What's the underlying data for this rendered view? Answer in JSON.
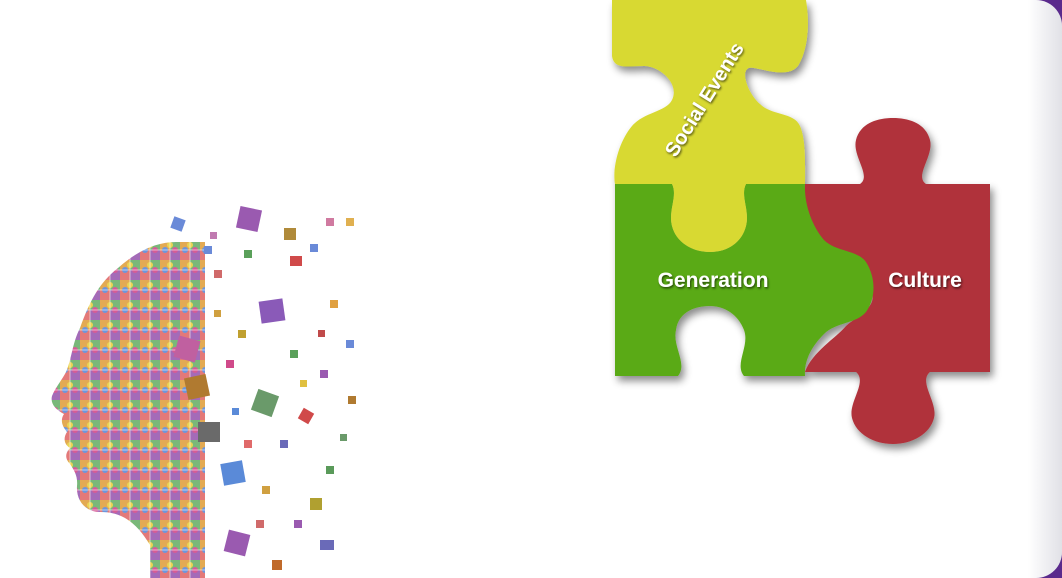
{
  "puzzle": {
    "piece_top": "Social Events",
    "piece_left": "Generation",
    "piece_right": "Culture"
  },
  "colors": {
    "yellow": "#d8d930",
    "green": "#5aaa14",
    "red": "#b0323a",
    "frame": "#5a2a8c"
  }
}
